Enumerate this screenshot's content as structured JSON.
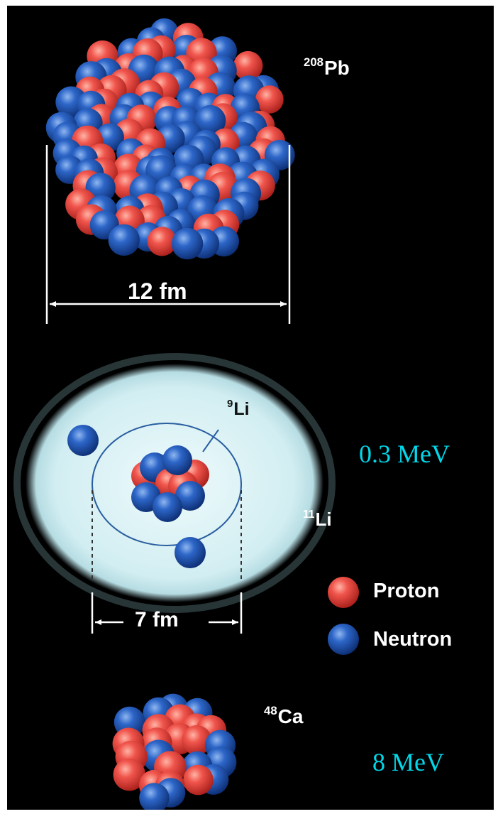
{
  "nuclei": {
    "pb208": {
      "mass_number": "208",
      "symbol": "Pb",
      "diameter_label": "12 fm"
    },
    "li11": {
      "mass_number": "11",
      "symbol": "Li",
      "diameter_label": "7 fm",
      "binding_energy": "0.3 MeV"
    },
    "li9_core": {
      "mass_number": "9",
      "symbol": "Li"
    },
    "ca48": {
      "mass_number": "48",
      "symbol": "Ca",
      "binding_energy": "8 MeV"
    }
  },
  "legend": {
    "items": [
      {
        "label": "Proton",
        "color": "#e8433e",
        "icon": "proton-sphere-icon"
      },
      {
        "label": "Neutron",
        "color": "#1f56b0",
        "icon": "neutron-sphere-icon"
      }
    ]
  },
  "colors": {
    "background": "#000000",
    "halo": "#d7f1f4",
    "energy_text": "#00d8ea",
    "label_text": "#ffffff",
    "orbit_line": "#2a5ea0"
  }
}
